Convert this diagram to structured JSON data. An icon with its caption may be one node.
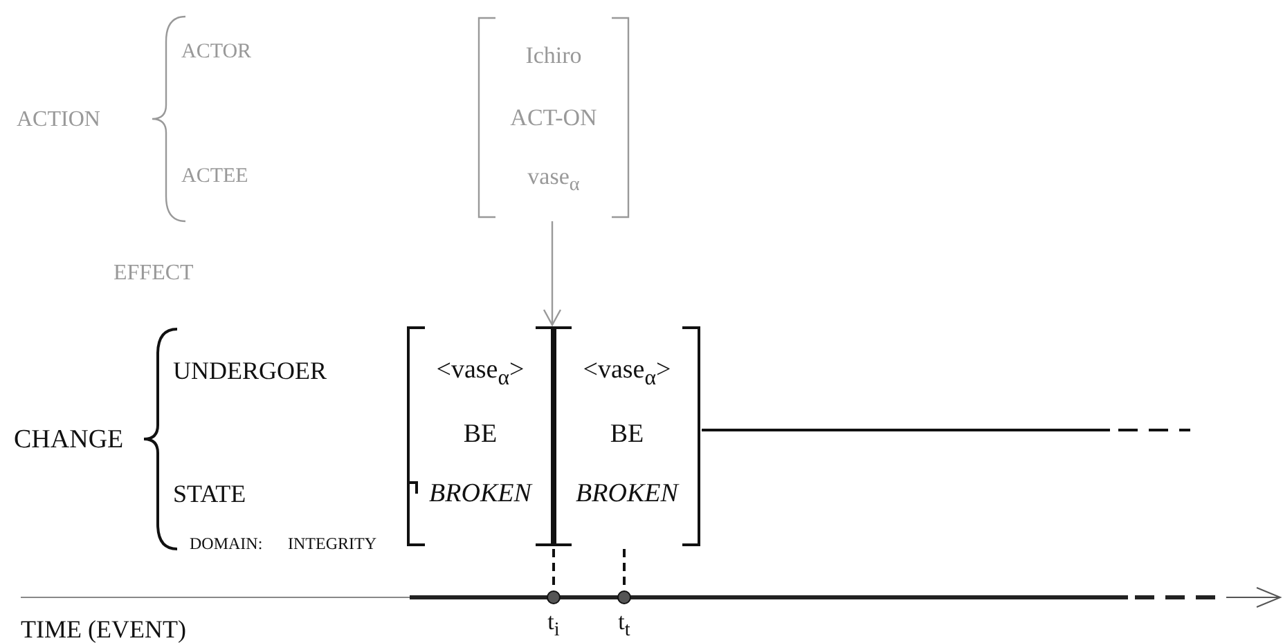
{
  "diagram": {
    "nodes": [
      {
        "text": [
          "Ichiro",
          "ACT-ON",
          "vase$_{α}$"
        ]
      },
      {
        "text": [
          "<vase$_{α}$>",
          "BE",
          "BROKEN"
        ]
      },
      {
        "text": [
          "<vase$_{α}$>",
          "BE",
          "BROKEN"
        ]
      },
      {
        "text": [],
        "shape": "circle"
      },
      {
        "text": [],
        "shape": "circle"
      }
    ],
    "edges": [
      {
        "from": 0,
        "to": 1,
        "arrow": "to",
        "color": "#999999"
      },
      {
        "from": 1,
        "to": 3,
        "arrow": "none",
        "style": "dashed",
        "color": "#111111"
      },
      {
        "from": 2,
        "to": 4,
        "arrow": "none",
        "style": "dashed",
        "color": "#111111"
      }
    ],
    "labels": [
      "ACTION",
      "ACTOR",
      "ACTEE",
      "EFFECT",
      "CHANGE",
      "UNDERGOER",
      "STATE",
      "DOMAIN:",
      "INTEGRITY",
      "TIME (EVENT)",
      "t$_{i}$",
      "t$_{t}$"
    ]
  }
}
